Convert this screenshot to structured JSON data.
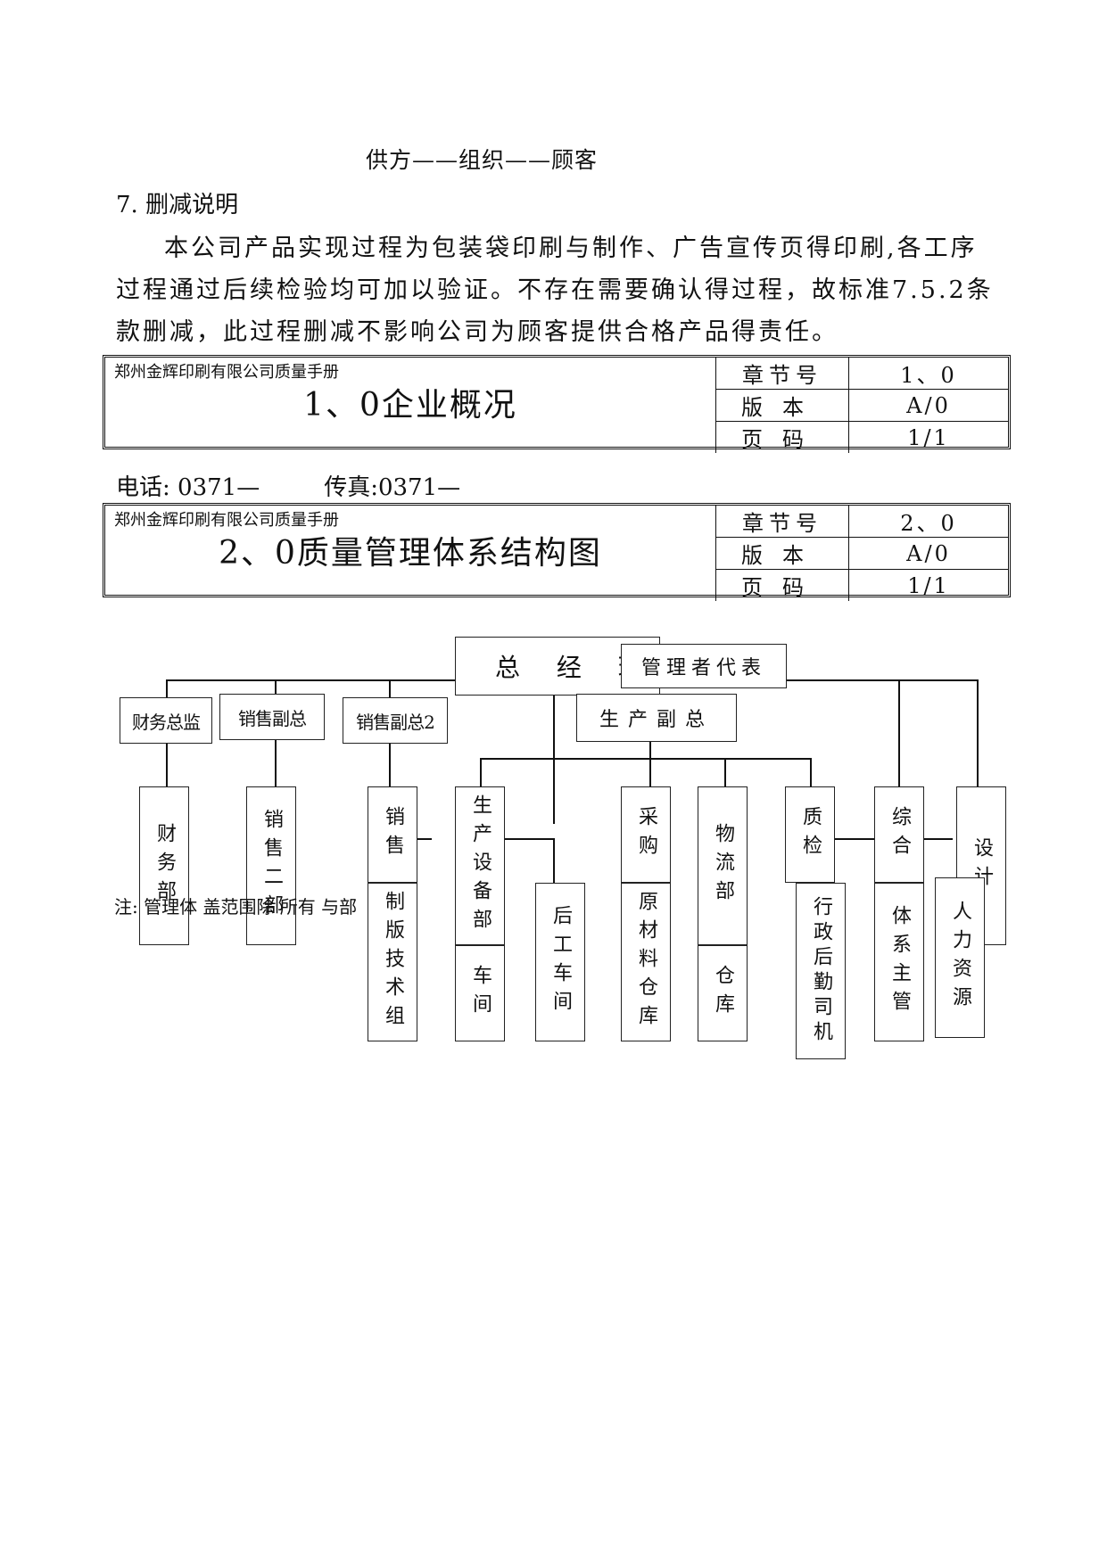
{
  "top_text": {
    "flow": "供方——组织——顾客",
    "section_heading": "7. 删减说明",
    "paragraph": "本公司产品实现过程为包装袋印刷与制作、广告宣传页得印刷,各工序过程通过后续检验均可加以验证。不存在需要确认得过程，故标准7.5.2条款删减，此过程删减不影响公司为顾客提供合格产品得责任。"
  },
  "header1": {
    "company": "郑州金辉印刷有限公司质量手册",
    "title": "1、0企业概况",
    "rows": [
      {
        "label": "章节号",
        "value": "1、0"
      },
      {
        "label": "版本",
        "value": "A/0"
      },
      {
        "label": "页码",
        "value": "1/1"
      }
    ]
  },
  "contact": {
    "phone": "电话: 0371—",
    "fax": "传真:0371—"
  },
  "header2": {
    "company": "郑州金辉印刷有限公司质量手册",
    "title": "2、0质量管理体系结构图",
    "rows": [
      {
        "label": "章节号",
        "value": "2、0"
      },
      {
        "label": "版本",
        "value": "A/0"
      },
      {
        "label": "页码",
        "value": "1/1"
      }
    ]
  },
  "org_chart": {
    "top": "总 经 理",
    "mgmt_rep": "管理者代表",
    "level2": [
      "财务总监",
      "销售副总",
      "销售副总2",
      "生产副总"
    ],
    "depts": {
      "finance": "财务部",
      "sales2": "销售二部",
      "sales": "销售",
      "platemaking": "制版技术组",
      "equipment": "生产设备部",
      "workshop": "车间",
      "post_workshop": "后工车间",
      "purchasing": "采购",
      "raw_store": "原材料仓库",
      "logistics": "物流部",
      "store": "仓库",
      "qc": "质检",
      "admin": "行政后勤司机",
      "general": "综合",
      "system": "体系主管",
      "design": "设计",
      "hr": "人力资源"
    },
    "note": "注: 管理体 盖范围除 所有 与部"
  }
}
